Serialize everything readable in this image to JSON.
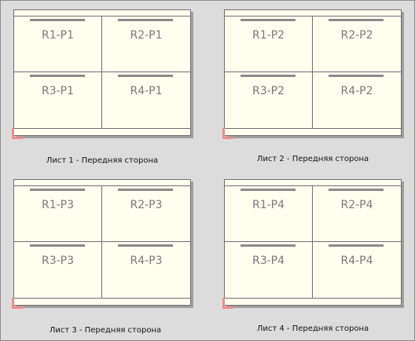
{
  "sheets": [
    {
      "caption": "Лист 1 - Передняя сторона",
      "cells": [
        "R1-P1",
        "R2-P1",
        "R3-P1",
        "R4-P1"
      ]
    },
    {
      "caption": "Лист 2 - Передняя сторона",
      "cells": [
        "R1-P2",
        "R2-P2",
        "R3-P2",
        "R4-P2"
      ]
    },
    {
      "caption": "Лист 3 - Передняя сторона",
      "cells": [
        "R1-P3",
        "R2-P3",
        "R3-P3",
        "R4-P3"
      ]
    },
    {
      "caption": "Лист 4 - Передняя сторона",
      "cells": [
        "R1-P4",
        "R2-P4",
        "R3-P4",
        "R4-P4"
      ]
    }
  ],
  "colors": {
    "background": "#dcdcdc",
    "sheet": "#fffff0",
    "sheet_border": "#6f6f6f",
    "label_text": "#7a7a7a",
    "corner_mark": "#f08b8b"
  }
}
